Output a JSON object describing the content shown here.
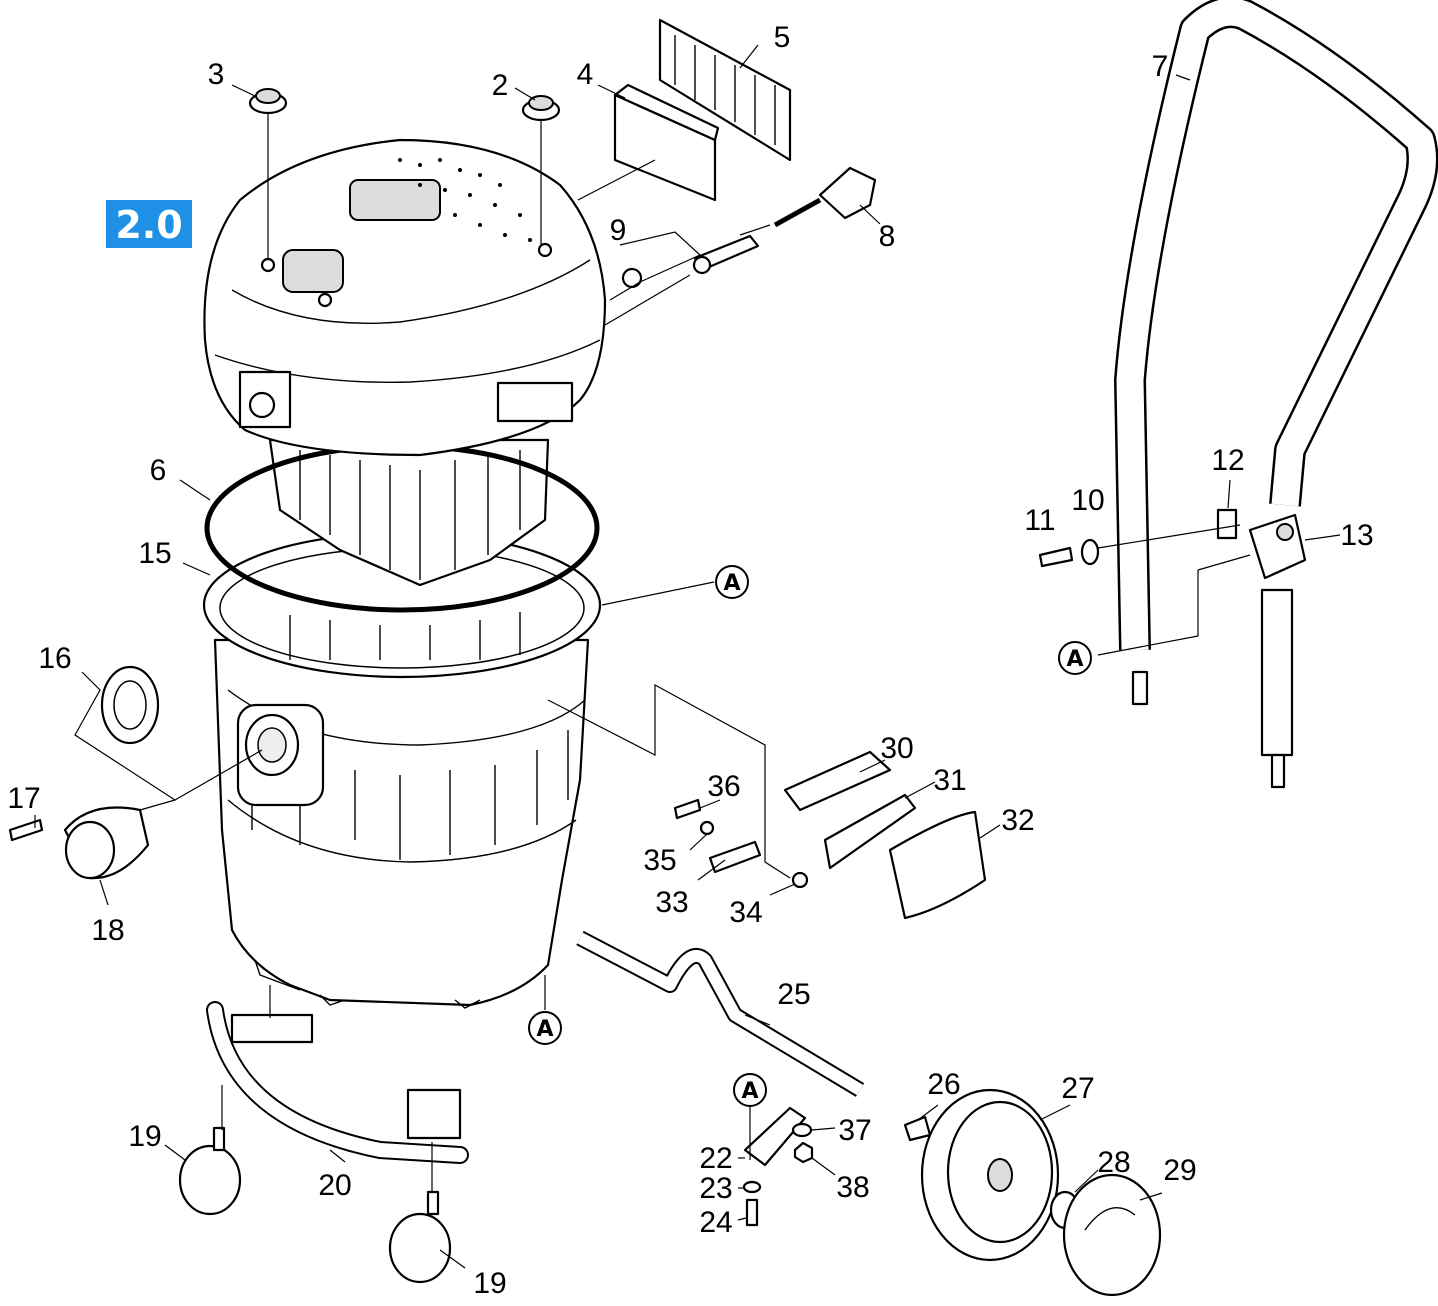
{
  "badge": {
    "text": "2.0",
    "color": "#1e90e6"
  },
  "reference_marker": "A",
  "labels": {
    "l2": "2",
    "l3": "3",
    "l4": "4",
    "l5": "5",
    "l6": "6",
    "l7": "7",
    "l8": "8",
    "l9": "9",
    "l10": "10",
    "l11": "11",
    "l12": "12",
    "l13": "13",
    "l15": "15",
    "l16": "16",
    "l17": "17",
    "l18": "18",
    "l19a": "19",
    "l19b": "19",
    "l20": "20",
    "l22": "22",
    "l23": "23",
    "l24": "24",
    "l25": "25",
    "l26": "26",
    "l27": "27",
    "l28": "28",
    "l29": "29",
    "l30": "30",
    "l31": "31",
    "l32": "32",
    "l33": "33",
    "l34": "34",
    "l35": "35",
    "l36": "36",
    "l37": "37",
    "l38": "38"
  }
}
